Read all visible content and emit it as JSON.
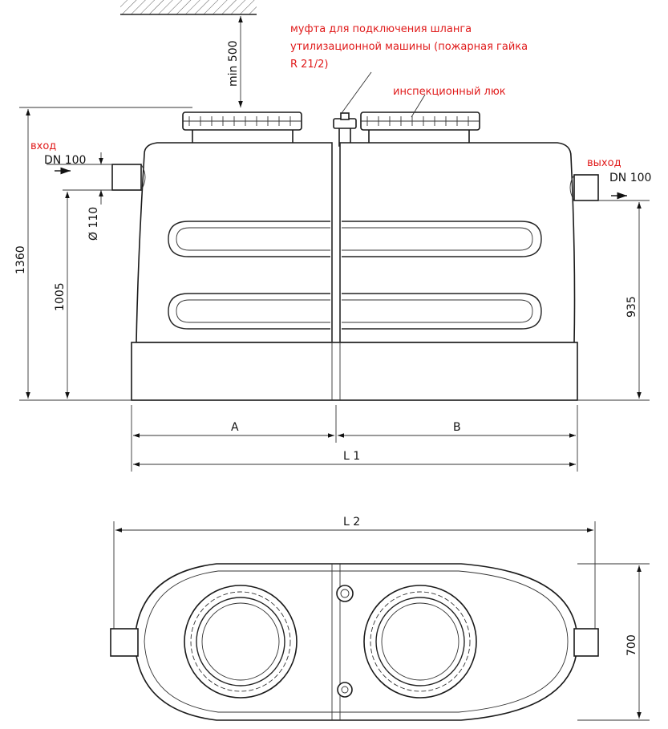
{
  "annotations": {
    "coupling_line1": "муфта для подключения шланга",
    "coupling_line2": "утилизационной машины (пожарная гайка",
    "coupling_line3": "R 21/2)",
    "inspection_hatch": "инспекционный люк",
    "inlet_label": "вход",
    "inlet_dn": "DN 100",
    "outlet_label": "выход",
    "outlet_dn": "DN 100"
  },
  "dimensions": {
    "min_clearance": "min 500",
    "total_height": "1360",
    "inlet_height": "1005",
    "outlet_height": "935",
    "pipe_diameter": "Ø 110",
    "length_a": "A",
    "length_b": "B",
    "length_l1": "L 1",
    "length_l2": "L 2",
    "width": "700"
  },
  "colors": {
    "annotation": "#e01b1b",
    "line": "#1a1a1a"
  }
}
